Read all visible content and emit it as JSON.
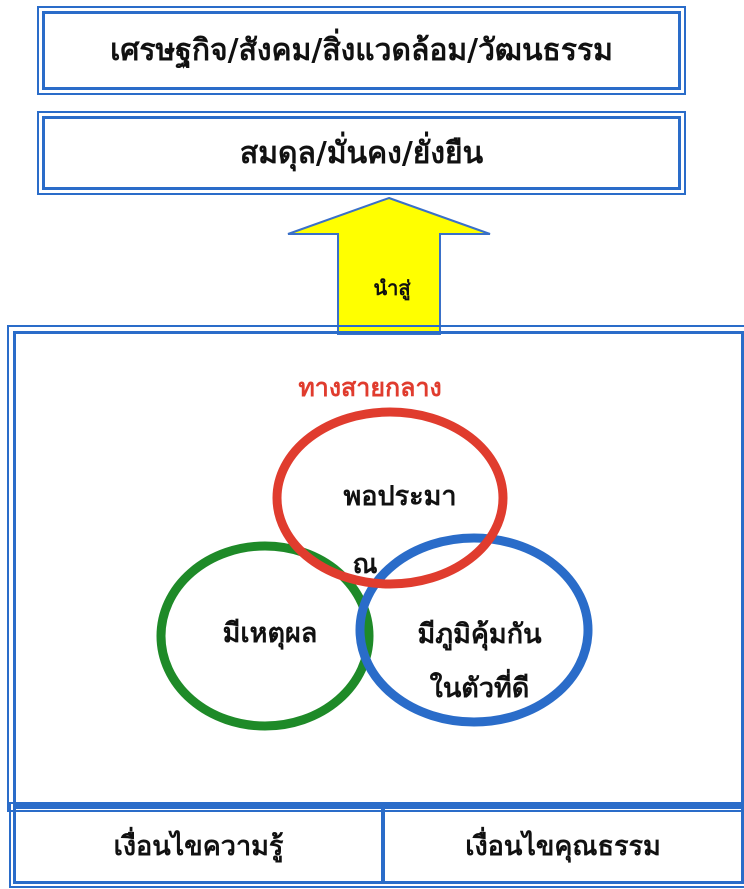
{
  "outcomes": {
    "top_label": "เศรษฐกิจ/สังคม/สิ่งแวดล้อม/วัฒนธรรม",
    "mid_label": "สมดุล/มั่นคง/ยั่งยืน"
  },
  "arrow": {
    "label": "นำสู่",
    "color": "#ffff00"
  },
  "core": {
    "title": "ทางสายกลาง",
    "title_color": "#e03c2e",
    "circles": [
      {
        "label_line1": "พอประมา",
        "label_line2": "ณ",
        "color": "#e03c2e"
      },
      {
        "label_line1": "มีเหตุผล",
        "color": "#1e8a28"
      },
      {
        "label_line1": "มีภูมิคุ้มกัน",
        "label_line2": "ในตัวที่ดี",
        "color": "#2a6cc9"
      }
    ]
  },
  "conditions": {
    "knowledge": "เงื่อนไขความรู้",
    "virtue": "เงื่อนไขคุณธรรม"
  },
  "border_color": "#2a6cc9"
}
